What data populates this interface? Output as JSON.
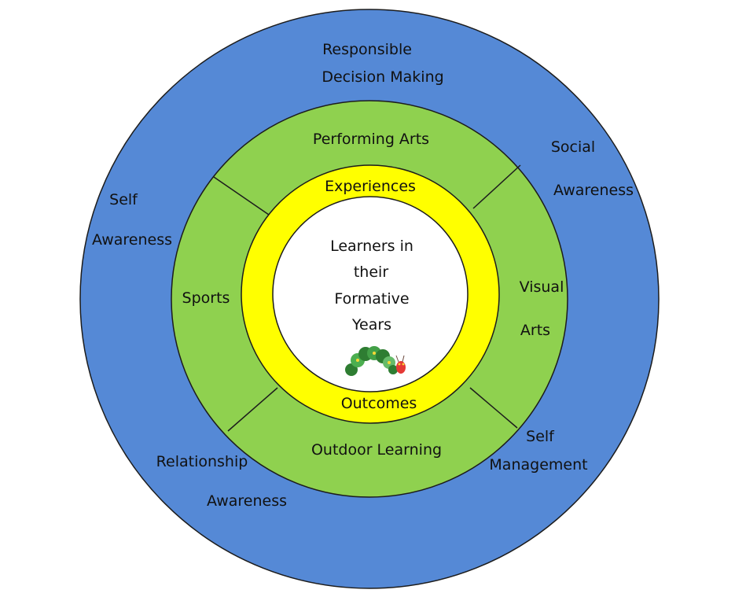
{
  "colors": {
    "outer_ring": "#5589d6",
    "middle_ring": "#8fd14f",
    "inner_ring": "#ffff00",
    "center": "#ffffff",
    "outline": "#1c1c1c"
  },
  "outer_ring": {
    "responsible_1": "Responsible",
    "responsible_2": "Decision Making",
    "social_1": "Social",
    "social_2": "Awareness",
    "self_aw_1": "Self",
    "self_aw_2": "Awareness",
    "self_mgmt_1": "Self",
    "self_mgmt_2": "Management",
    "relationship_1": "Relationship",
    "relationship_2": "Awareness"
  },
  "middle_ring": {
    "top": "Performing Arts",
    "left": "Sports",
    "right_1": "Visual",
    "right_2": "Arts",
    "bottom": "Outdoor Learning"
  },
  "inner_ring": {
    "top": "Experiences",
    "bottom": "Outcomes"
  },
  "center": {
    "line1": "Learners in",
    "line2": "their",
    "line3": "Formative",
    "line4": "Years",
    "image": "caterpillar-icon"
  }
}
